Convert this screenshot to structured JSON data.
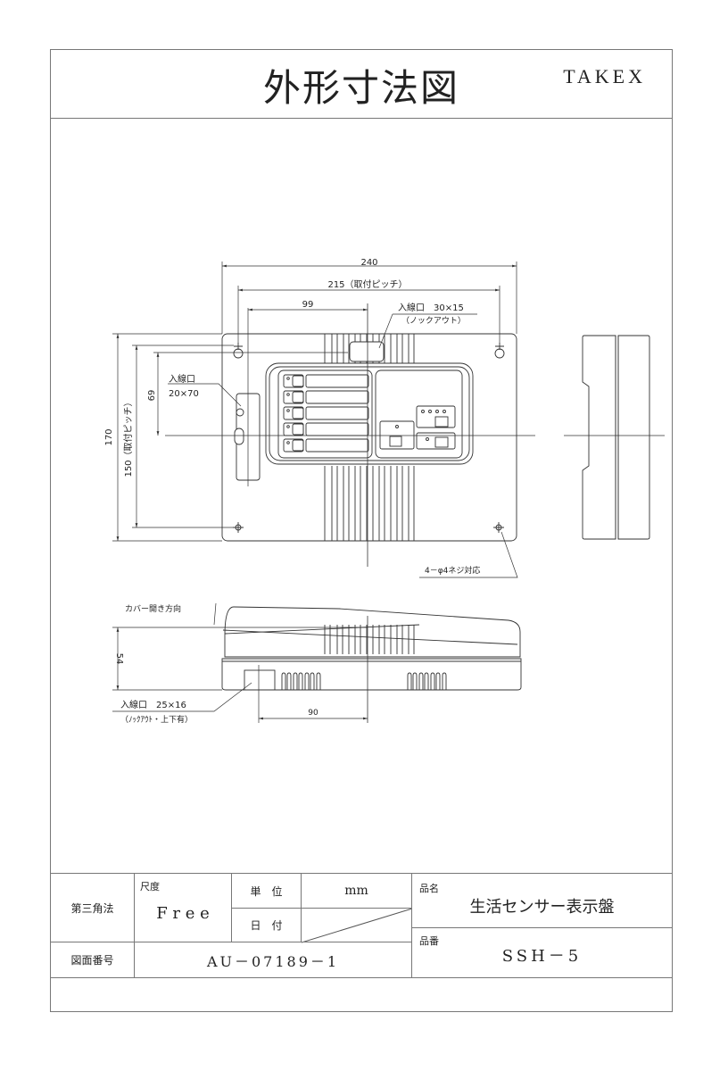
{
  "header": {
    "title": "外形寸法図",
    "brand": "TAKEX"
  },
  "front_view": {
    "dim_overall_width": "240",
    "dim_mount_pitch_w": "215（取付ピッチ）",
    "dim_center_offset": "99",
    "knockout_top_label": "入線口　30×15",
    "knockout_top_note": "（ノックアウト）",
    "side_inlet_label": "入線口",
    "side_inlet_size": "20×70",
    "dim_69": "69",
    "dim_overall_height": "170",
    "dim_mount_pitch_h": "150（取付ピッチ）",
    "screw_note": "4－φ4ネジ対応"
  },
  "side_view": {
    "cover_direction": "カバー開き方向",
    "dim_height": "54",
    "bottom_inlet_label": "入線口　25×16",
    "bottom_inlet_note": "（ﾉｯｸｱｳﾄ・上下有）",
    "dim_90": "90"
  },
  "title_block": {
    "projection": "第三角法",
    "scale_label": "尺度",
    "scale_value": "F r e e",
    "unit_label": "単　位",
    "unit_value": "mm",
    "date_label": "日　付",
    "date_value": "",
    "drawing_no_label": "図面番号",
    "drawing_no": "AU－07189－1",
    "product_name_label": "品名",
    "product_name": "生活センサー表示盤",
    "product_no_label": "品番",
    "product_no": "SSH－5"
  }
}
